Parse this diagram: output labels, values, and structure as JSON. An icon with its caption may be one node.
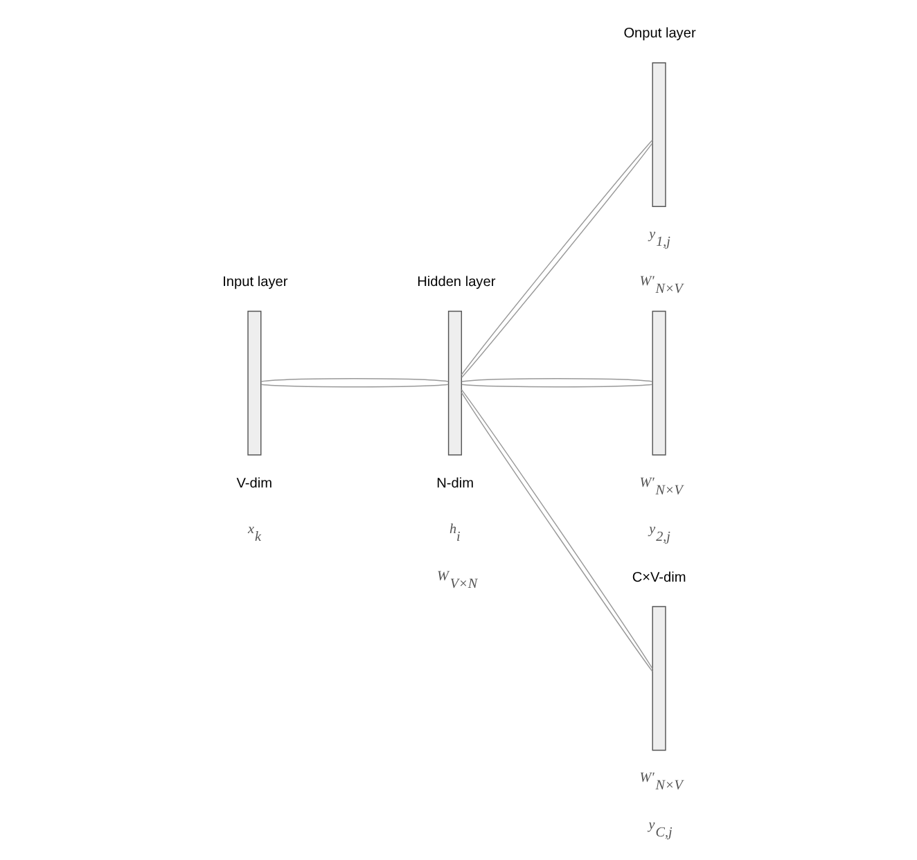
{
  "diagram": {
    "nodes": [
      {
        "text": [],
        "shape": "bar",
        "beside": [
          "Input layer",
          "V-dim"
        ]
      },
      {
        "text": [],
        "shape": "bar",
        "beside": [
          "Hidden layer",
          "N-dim"
        ]
      },
      {
        "text": [],
        "shape": "bar",
        "beside": [
          "Onput layer"
        ]
      },
      {
        "text": [],
        "shape": "bar"
      },
      {
        "text": [],
        "shape": "bar",
        "beside": [
          "C×V-dim"
        ]
      }
    ],
    "edges": [
      {
        "from": 0,
        "to": 1,
        "arrow": "none"
      },
      {
        "from": 0,
        "to": 1,
        "arrow": "none"
      },
      {
        "from": 1,
        "to": 2,
        "arrow": "none"
      },
      {
        "from": 1,
        "to": 2,
        "arrow": "none"
      },
      {
        "from": 1,
        "to": 3,
        "arrow": "none"
      },
      {
        "from": 1,
        "to": 3,
        "arrow": "none"
      },
      {
        "from": 1,
        "to": 4,
        "arrow": "none"
      },
      {
        "from": 1,
        "to": 4,
        "arrow": "none"
      }
    ],
    "labels": [
      "y$_{1,j}$",
      "W′$_{N×V}$",
      "x$_{k}$",
      "h$_{i}$",
      "W$_{V×N}$",
      "W′$_{N×V}$",
      "y$_{2,j}$",
      "W′$_{N×V}$",
      "y$_{C,j}$"
    ]
  }
}
